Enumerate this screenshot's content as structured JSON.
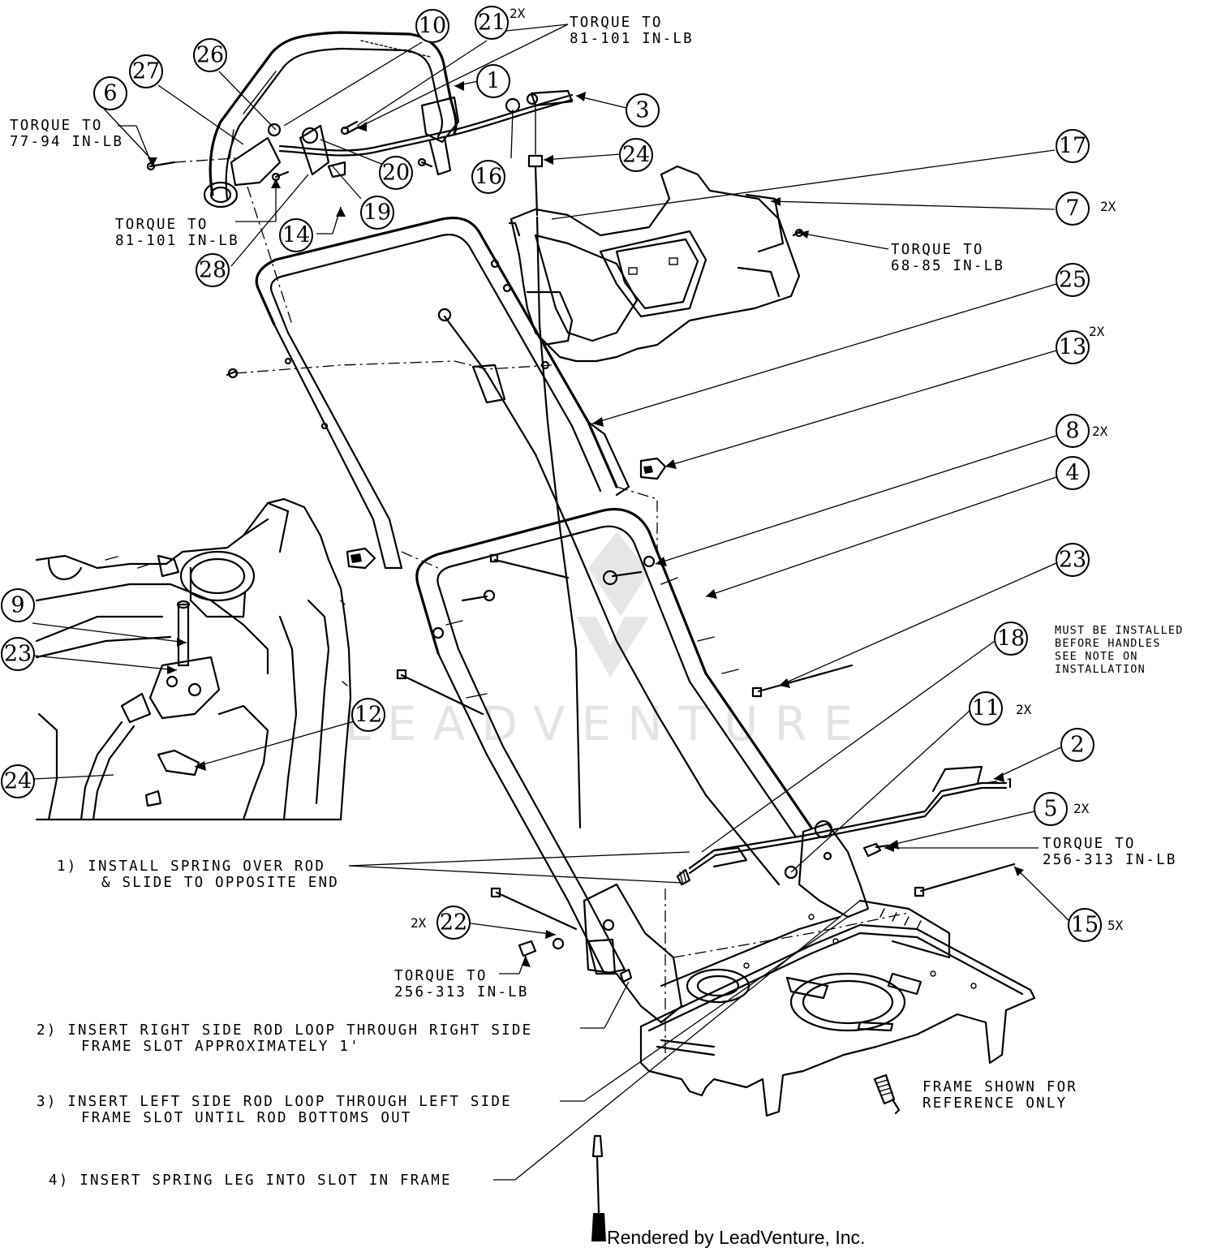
{
  "callouts": [
    {
      "num": "1"
    },
    {
      "num": "2"
    },
    {
      "num": "3"
    },
    {
      "num": "4"
    },
    {
      "num": "5"
    },
    {
      "num": "6"
    },
    {
      "num": "7"
    },
    {
      "num": "8"
    },
    {
      "num": "9"
    },
    {
      "num": "10"
    },
    {
      "num": "11"
    },
    {
      "num": "12"
    },
    {
      "num": "13"
    },
    {
      "num": "14"
    },
    {
      "num": "15"
    },
    {
      "num": "16"
    },
    {
      "num": "17"
    },
    {
      "num": "18"
    },
    {
      "num": "19"
    },
    {
      "num": "20"
    },
    {
      "num": "21"
    },
    {
      "num": "22"
    },
    {
      "num": "23"
    },
    {
      "num": "23"
    },
    {
      "num": "24"
    },
    {
      "num": "24"
    },
    {
      "num": "25"
    },
    {
      "num": "26"
    },
    {
      "num": "27"
    },
    {
      "num": "28"
    }
  ],
  "quantities": {
    "q21": "2X",
    "q7": "2X",
    "q13": "2X",
    "q8": "2X",
    "q11": "2X",
    "q5": "2X",
    "q15": "5X",
    "q22": "2X"
  },
  "torque": {
    "t21_line1": "TORQUE TO",
    "t21_line2": "81-101 IN-LB",
    "t6_line1": "TORQUE TO",
    "t6_line2": "77-94 IN-LB",
    "t28_line1": "TORQUE TO",
    "t28_line2": "81-101 IN-LB",
    "t7_line1": "TORQUE TO",
    "t7_line2": "68-85 IN-LB",
    "t5_line1": "TORQUE TO",
    "t5_line2": "256-313 IN-LB",
    "t22_line1": "TORQUE TO",
    "t22_line2": "256-313 IN-LB"
  },
  "notes": {
    "must_install_1": "MUST BE INSTALLED",
    "must_install_2": "BEFORE HANDLES",
    "must_install_3": "SEE NOTE ON",
    "must_install_4": "INSTALLATION",
    "step1_line1": "1) INSTALL SPRING OVER ROD",
    "step1_line2": "& SLIDE TO OPPOSITE END",
    "step2_line1": "2) INSERT RIGHT SIDE ROD LOOP THROUGH RIGHT SIDE",
    "step2_line2": "FRAME SLOT APPROXIMATELY 1'",
    "step3_line1": "3) INSERT LEFT SIDE ROD LOOP THROUGH LEFT SIDE",
    "step3_line2": "FRAME SLOT UNTIL ROD BOTTOMS OUT",
    "step4": "4) INSERT SPRING LEG INTO SLOT IN FRAME",
    "frame_ref_1": "FRAME SHOWN FOR",
    "frame_ref_2": "REFERENCE ONLY"
  },
  "watermark": "LEADVENTURE",
  "footer": "Rendered by LeadVenture, Inc."
}
